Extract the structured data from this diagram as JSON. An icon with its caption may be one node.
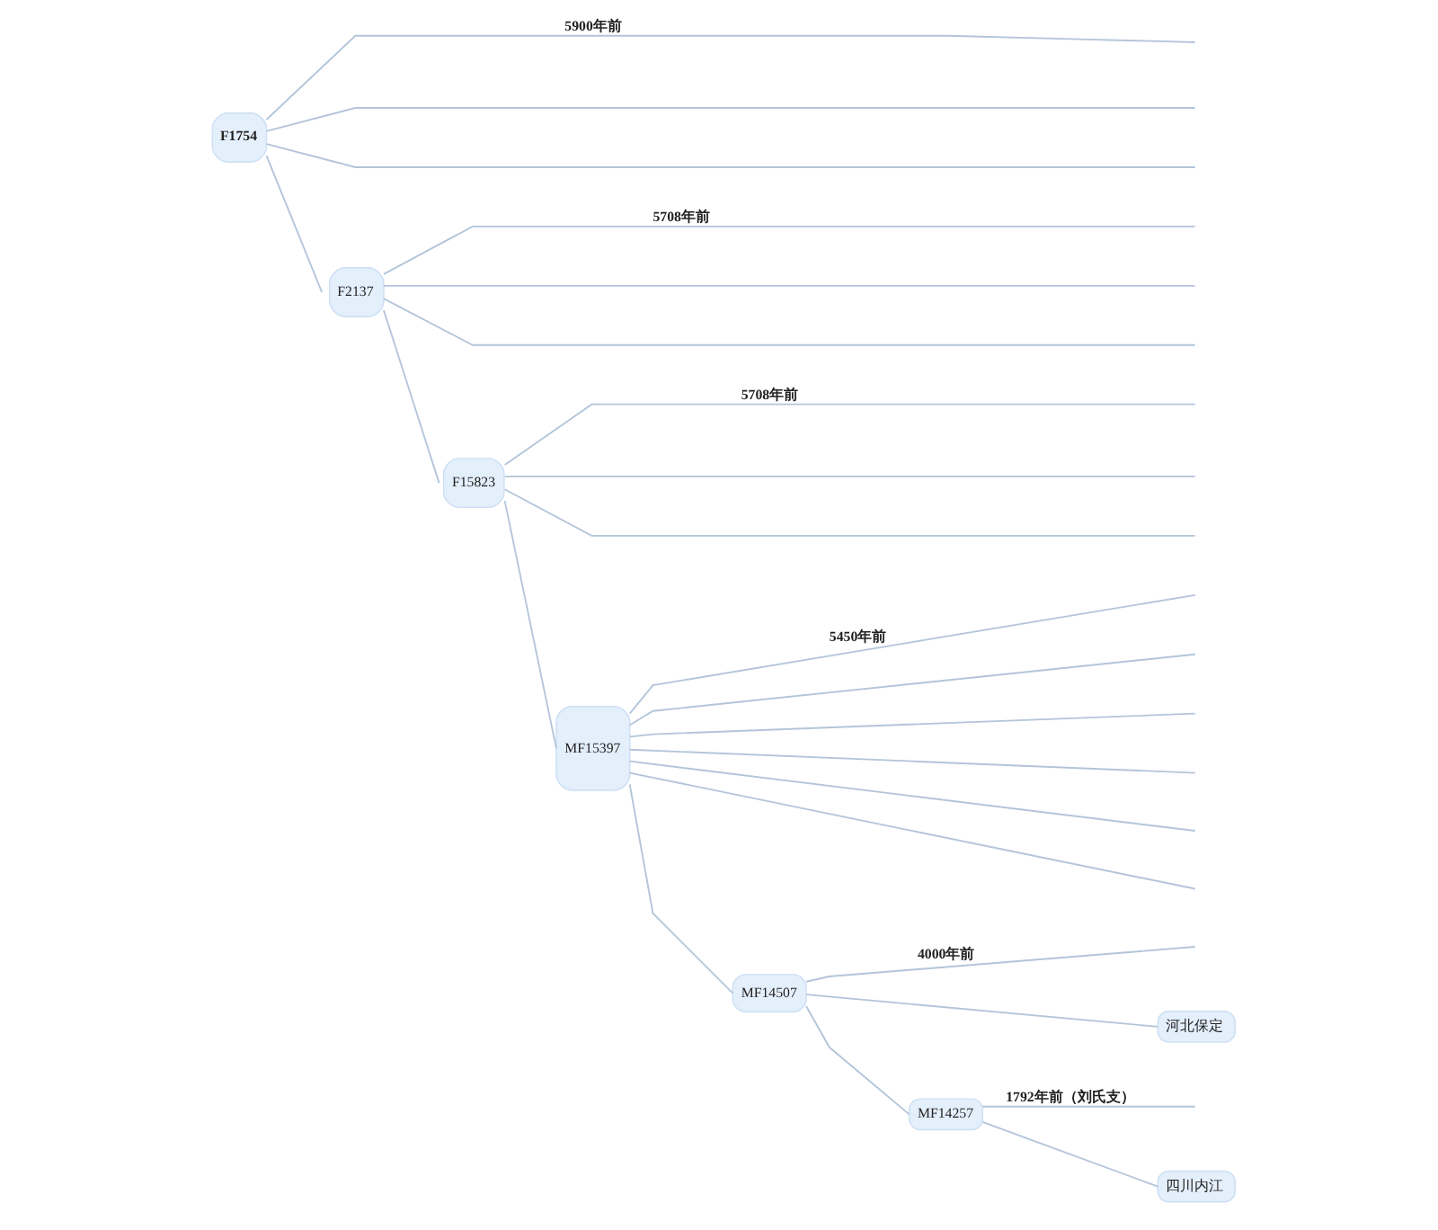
{
  "diagram": {
    "nodes": [
      {
        "text": [
          "F1754"
        ]
      },
      {
        "text": [
          "F2137"
        ]
      },
      {
        "text": [
          "F15823"
        ]
      },
      {
        "text": [
          "MF15397"
        ]
      },
      {
        "text": [
          "MF14507"
        ]
      },
      {
        "text": [
          "河北保定"
        ]
      },
      {
        "text": [
          "MF14257"
        ]
      },
      {
        "text": [
          "四川内江"
        ]
      }
    ],
    "edges": [
      {
        "from": 0,
        "to": null,
        "arrow": "none",
        "label": "5900年前"
      },
      {
        "from": 0,
        "to": null,
        "arrow": "none"
      },
      {
        "from": 0,
        "to": null,
        "arrow": "none"
      },
      {
        "from": 0,
        "to": 1,
        "arrow": "none"
      },
      {
        "from": 1,
        "to": null,
        "arrow": "none",
        "label": "5708年前"
      },
      {
        "from": 1,
        "to": null,
        "arrow": "none"
      },
      {
        "from": 1,
        "to": null,
        "arrow": "none"
      },
      {
        "from": 1,
        "to": 2,
        "arrow": "none"
      },
      {
        "from": 2,
        "to": null,
        "arrow": "none",
        "label": "5708年前"
      },
      {
        "from": 2,
        "to": null,
        "arrow": "none"
      },
      {
        "from": 2,
        "to": null,
        "arrow": "none"
      },
      {
        "from": 2,
        "to": 3,
        "arrow": "none"
      },
      {
        "from": 3,
        "to": null,
        "arrow": "none",
        "label": "5450年前"
      },
      {
        "from": 3,
        "to": null,
        "arrow": "none"
      },
      {
        "from": 3,
        "to": null,
        "arrow": "none"
      },
      {
        "from": 3,
        "to": null,
        "arrow": "none"
      },
      {
        "from": 3,
        "to": null,
        "arrow": "none"
      },
      {
        "from": 3,
        "to": null,
        "arrow": "none"
      },
      {
        "from": 3,
        "to": 4,
        "arrow": "none"
      },
      {
        "from": 4,
        "to": null,
        "arrow": "none",
        "label": "4000年前"
      },
      {
        "from": 4,
        "to": 5,
        "arrow": "none"
      },
      {
        "from": 4,
        "to": 6,
        "arrow": "none"
      },
      {
        "from": 6,
        "to": null,
        "arrow": "none",
        "label": "1792年前（刘氏支）"
      },
      {
        "from": 6,
        "to": 7,
        "arrow": "none"
      }
    ]
  }
}
